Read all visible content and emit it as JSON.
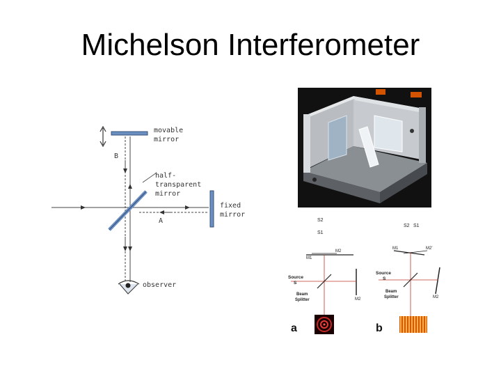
{
  "title": "Michelson Interferometer",
  "left_diagram": {
    "movable_mirror_label": [
      "movable",
      "mirror"
    ],
    "half_mirror_label": [
      "half-",
      "transparent",
      "mirror"
    ],
    "fixed_mirror_label": [
      "fixed",
      "mirror"
    ],
    "point_b": "B",
    "point_a": "A",
    "observer_label": "observer"
  },
  "photo": {
    "subject": "interferometer apparatus photograph"
  },
  "fringe_diagrams": {
    "source_positions_a": [
      "S2",
      "S1"
    ],
    "source_positions_b": [
      "S2",
      "S1"
    ],
    "panel_a": {
      "letter": "a",
      "source_label": "Source",
      "source_symbol": "S",
      "splitter_label": [
        "Beam",
        "Splitter"
      ],
      "m1_label": "M1",
      "m2_top_label": "M2",
      "m2_right_label": "M2"
    },
    "panel_b": {
      "letter": "b",
      "source_label": "Source",
      "source_symbol": "S",
      "splitter_label": [
        "Beam",
        "Splitter"
      ],
      "m1_label": "M1",
      "m2_top_label": "M2'",
      "m2_right_label": "M2"
    },
    "colors": {
      "beam": "#c0392b",
      "fringe_a": "#c62828",
      "fringe_b": "#e65100"
    }
  }
}
